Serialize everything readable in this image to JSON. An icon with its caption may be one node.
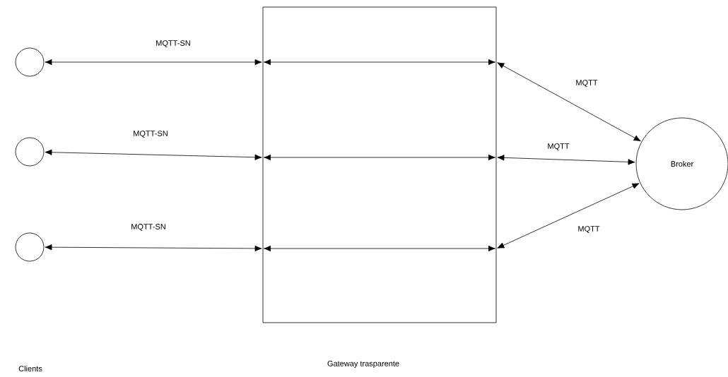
{
  "diagram": {
    "nodes": [
      {
        "text": [],
        "shape": "circle"
      },
      {
        "text": [],
        "shape": "circle"
      },
      {
        "text": [],
        "shape": "circle"
      },
      {
        "text": [],
        "shape": "box"
      },
      {
        "text": [
          "Broker"
        ]
      }
    ],
    "edges": [
      {
        "from": 0,
        "to": 3,
        "arrow": "both",
        "label": "MQTT-SN"
      },
      {
        "from": 1,
        "to": 3,
        "arrow": "both",
        "label": "MQTT-SN"
      },
      {
        "from": 2,
        "to": 3,
        "arrow": "both",
        "label": "MQTT-SN"
      },
      {
        "from": 3,
        "to": 4,
        "arrow": "both",
        "label": "MQTT"
      },
      {
        "from": 3,
        "to": 4,
        "arrow": "both",
        "label": "MQTT"
      },
      {
        "from": 3,
        "to": 4,
        "arrow": "both",
        "label": "MQTT"
      }
    ],
    "labels": [
      "Clients",
      "Gateway trasparente"
    ]
  }
}
